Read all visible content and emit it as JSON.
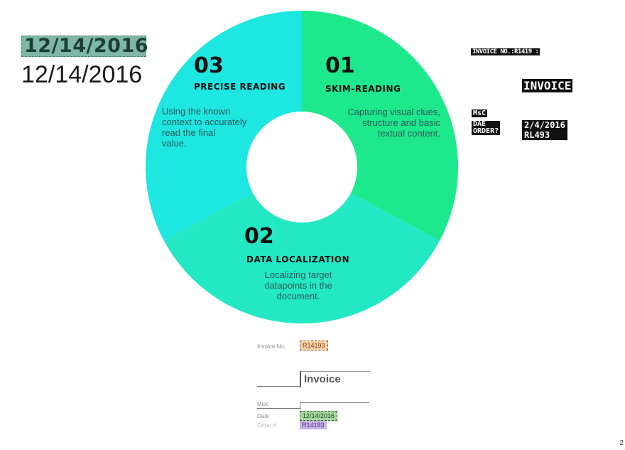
{
  "left_crop": {
    "raw_date": "12/14/2016",
    "clean_date": "12/14/2016"
  },
  "steps": [
    {
      "number": "01",
      "title": "SKIM-READING",
      "lines": [
        "Capturing visual clues,",
        "structure and basic",
        "textual  content."
      ],
      "color": "#1ee88c"
    },
    {
      "number": "02",
      "title": "DATA LOCALIZATION",
      "lines": [
        "Localizing target",
        "datapoints in the",
        "document."
      ],
      "color": "#22e8c4"
    },
    {
      "number": "03",
      "title": "PRECISE READING",
      "lines": [
        "Using the known",
        "context to accurately",
        "read the final",
        "value."
      ],
      "color": "#1ee6e0"
    }
  ],
  "right_snippets": {
    "invoice_no": "INVOICE NO.:R1419 :",
    "invoice": "INVOICE",
    "misc": "MsC",
    "date_order": [
      "DAE",
      "ORDER?"
    ],
    "value": [
      "2/4/2016",
      "RL493"
    ]
  },
  "document_crop": {
    "invoice_no_label": "Invoice No.",
    "invoice_no_value": "R14193",
    "invoice_title": "Invoice",
    "misc_label": "Misc",
    "date_label": "Date",
    "date_value": "12/14/2016",
    "order_label": "Order #",
    "order_value": "R14193"
  },
  "corner_mark": "2"
}
